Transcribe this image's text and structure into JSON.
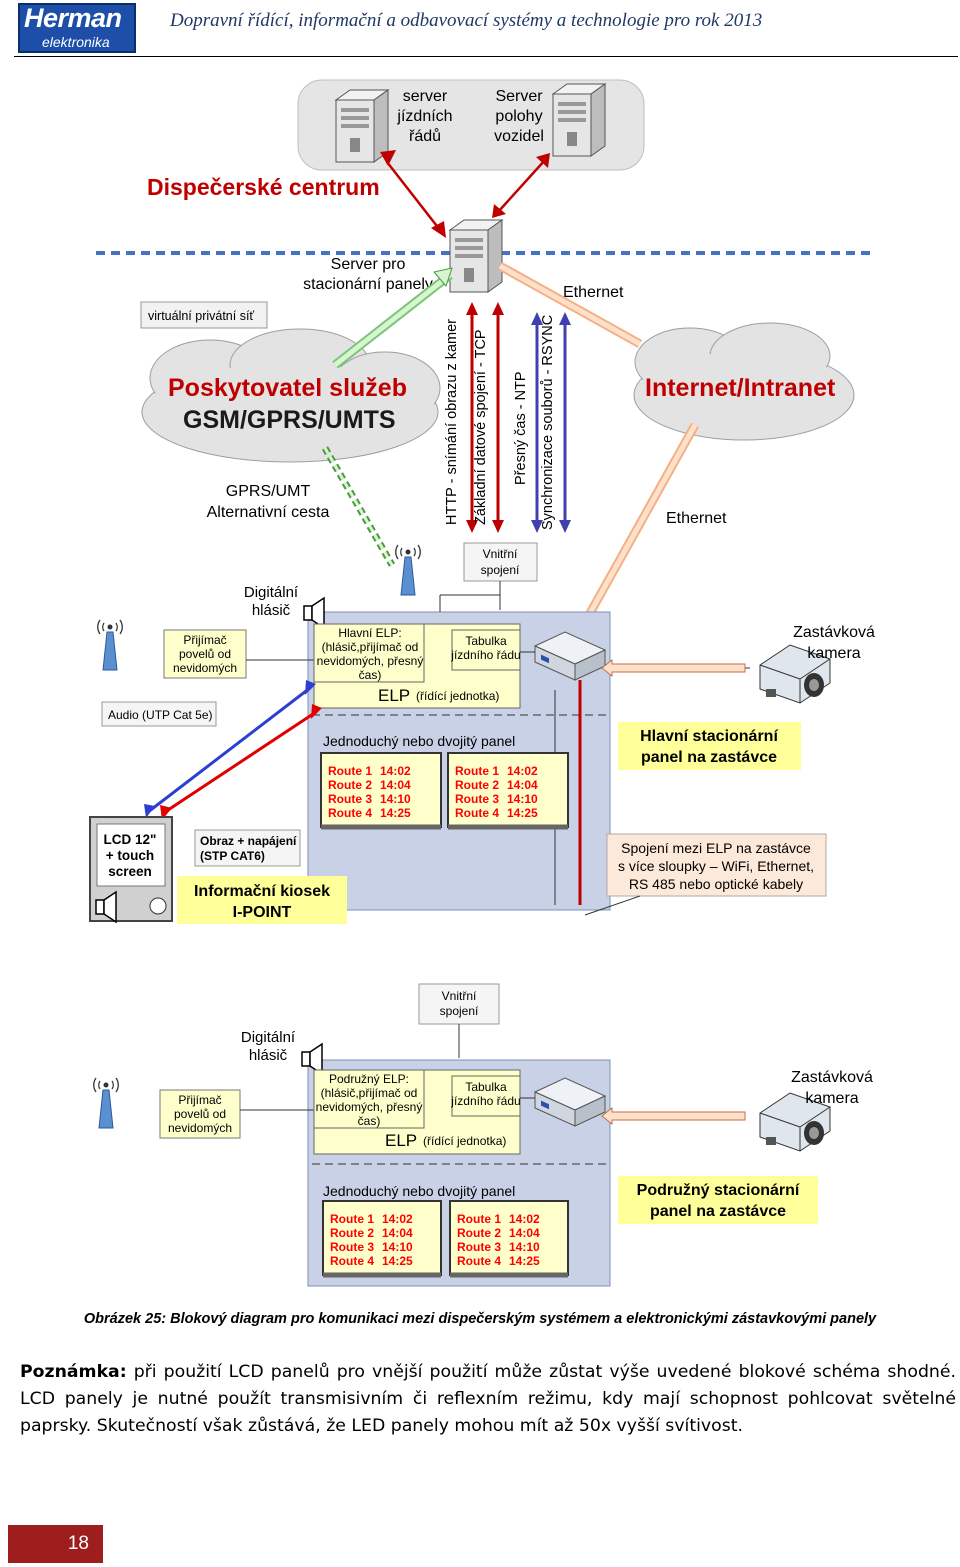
{
  "header": {
    "logo_line1": "Herman",
    "logo_line2": "elektronika",
    "title": "Dopravní řídící, informační a odbavovací systémy a technologie pro rok 2013"
  },
  "diagram": {
    "server_timetable": [
      "server",
      "jízdních",
      "řádů"
    ],
    "server_vehicles": [
      "Server",
      "polohy",
      "vozidel"
    ],
    "dispatch_center": "Dispečerské centrum",
    "server_panels": [
      "Server pro",
      "stacionární panely"
    ],
    "ethernet_top": "Ethernet",
    "ethernet_bottom": "Ethernet",
    "vpn": "virtuální privátní síť",
    "gsm_cloud": [
      "Poskytovatel služeb",
      "GSM/GPRS/UMTS"
    ],
    "internet_cloud": "Internet/Intranet",
    "gprs_alt": [
      "GPRS/UMT",
      "Alternativní cesta"
    ],
    "protocols": [
      "HTTP - snímání obrazu z kamer",
      "Základní datové spojení - TCP",
      "Přesný čas - NTP",
      "Synchronizace souborů - RSYNC"
    ],
    "inner_link": [
      "Vnitřní",
      "spojení"
    ],
    "digital_speaker": [
      "Digitální",
      "hlásič"
    ],
    "receiver": [
      "Přijímač",
      "povelů od",
      "nevidomých"
    ],
    "main_elp": [
      "Hlavní ELP:",
      "(hlásič,přijímač od",
      "nevidomých, přesný",
      "čas)"
    ],
    "sub_elp": [
      "Podružný ELP:",
      "(hlásič,přijímač od",
      "nevidomých, přesný",
      "čas)"
    ],
    "timetable_table": [
      "Tabulka",
      "jízdního řádu"
    ],
    "elp_label": "ELP",
    "elp_sub": "(řídící jednotka)",
    "stop_camera": [
      "Zastávková",
      "kamera"
    ],
    "audio": "Audio (UTP Cat 5e)",
    "panel_type": "Jednoduchý nebo dvojitý panel",
    "routes": [
      {
        "route": "Route 1",
        "time": "14:02"
      },
      {
        "route": "Route 2",
        "time": "14:04"
      },
      {
        "route": "Route 3",
        "time": "14:10"
      },
      {
        "route": "Route 4",
        "time": "14:25"
      }
    ],
    "main_panel": [
      "Hlavní stacionární",
      "panel na zastávce"
    ],
    "sub_panel": [
      "Podružný stacionární",
      "panel na zastávce"
    ],
    "lcd": [
      "LCD 12\"",
      "+ touch",
      "screen"
    ],
    "power": [
      "Obraz + napájení",
      "(STP CAT6)"
    ],
    "kiosk": [
      "Informační kiosek",
      "I-POINT"
    ],
    "links_info": [
      "Spojení mezi ELP na zastávce",
      "s více sloupky – WiFi, Ethernet,",
      "RS 485 nebo optické kabely"
    ],
    "colors": {
      "highlight": "#ffff99",
      "route_text": "#ff0000",
      "panel_bg": "#c9d1e6",
      "blue_arrow": "#2c3fd0",
      "red_arrow": "#e00000",
      "elp_box": "#ffffcc"
    }
  },
  "caption": "Obrázek 25: Blokový diagram pro komunikaci mezi dispečerským systémem a elektronickými zástavkovými panely",
  "note": {
    "label": "Poznámka:",
    "text": " při použití LCD panelů pro vnější použití může zůstat výše uvedené blokové schéma shodné. LCD panely je nutné použít transmisivním či reflexním režimu, kdy mají schopnost pohlcovat světelné paprsky. Skutečností však zůstává, že LED panely mohou mít až 50x vyšší svítivost."
  },
  "page_number": "18"
}
